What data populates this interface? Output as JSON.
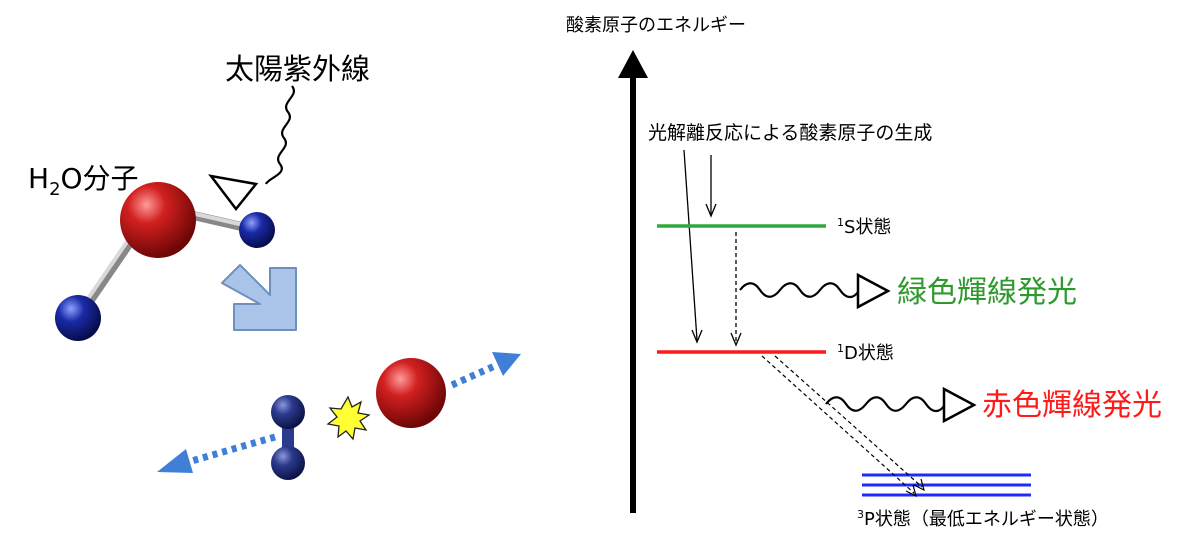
{
  "left": {
    "uv_label": "太陽紫外線",
    "molecule_label": "H2O分子"
  },
  "right": {
    "axis_label": "酸素原子のエネルギー",
    "process_label": "光解離反応による酸素原子の生成",
    "levels": [
      {
        "superscript": "1",
        "name": "S状態",
        "color": "#2eaa3c"
      },
      {
        "superscript": "1",
        "name": "D状態",
        "color": "#ff1a1a"
      },
      {
        "superscript": "3",
        "name": "P状態（最低エネルギー状態）",
        "color": "#1d2bff"
      }
    ],
    "emissions": [
      {
        "label": "緑色輝線発光",
        "color": "#2e9a2e"
      },
      {
        "label": "赤色輝線発光",
        "color": "#ff1a1a"
      }
    ]
  },
  "colors": {
    "oxygen": "#c81a1a",
    "hydrogen": "#1a2a9e",
    "hydrogen_pair": "#2a3a8c",
    "bond": "#b8b8b8",
    "flow_arrow": "#a9c4e8",
    "dotted_arrow": "#3f7fd8",
    "spark": "#ffff33"
  }
}
